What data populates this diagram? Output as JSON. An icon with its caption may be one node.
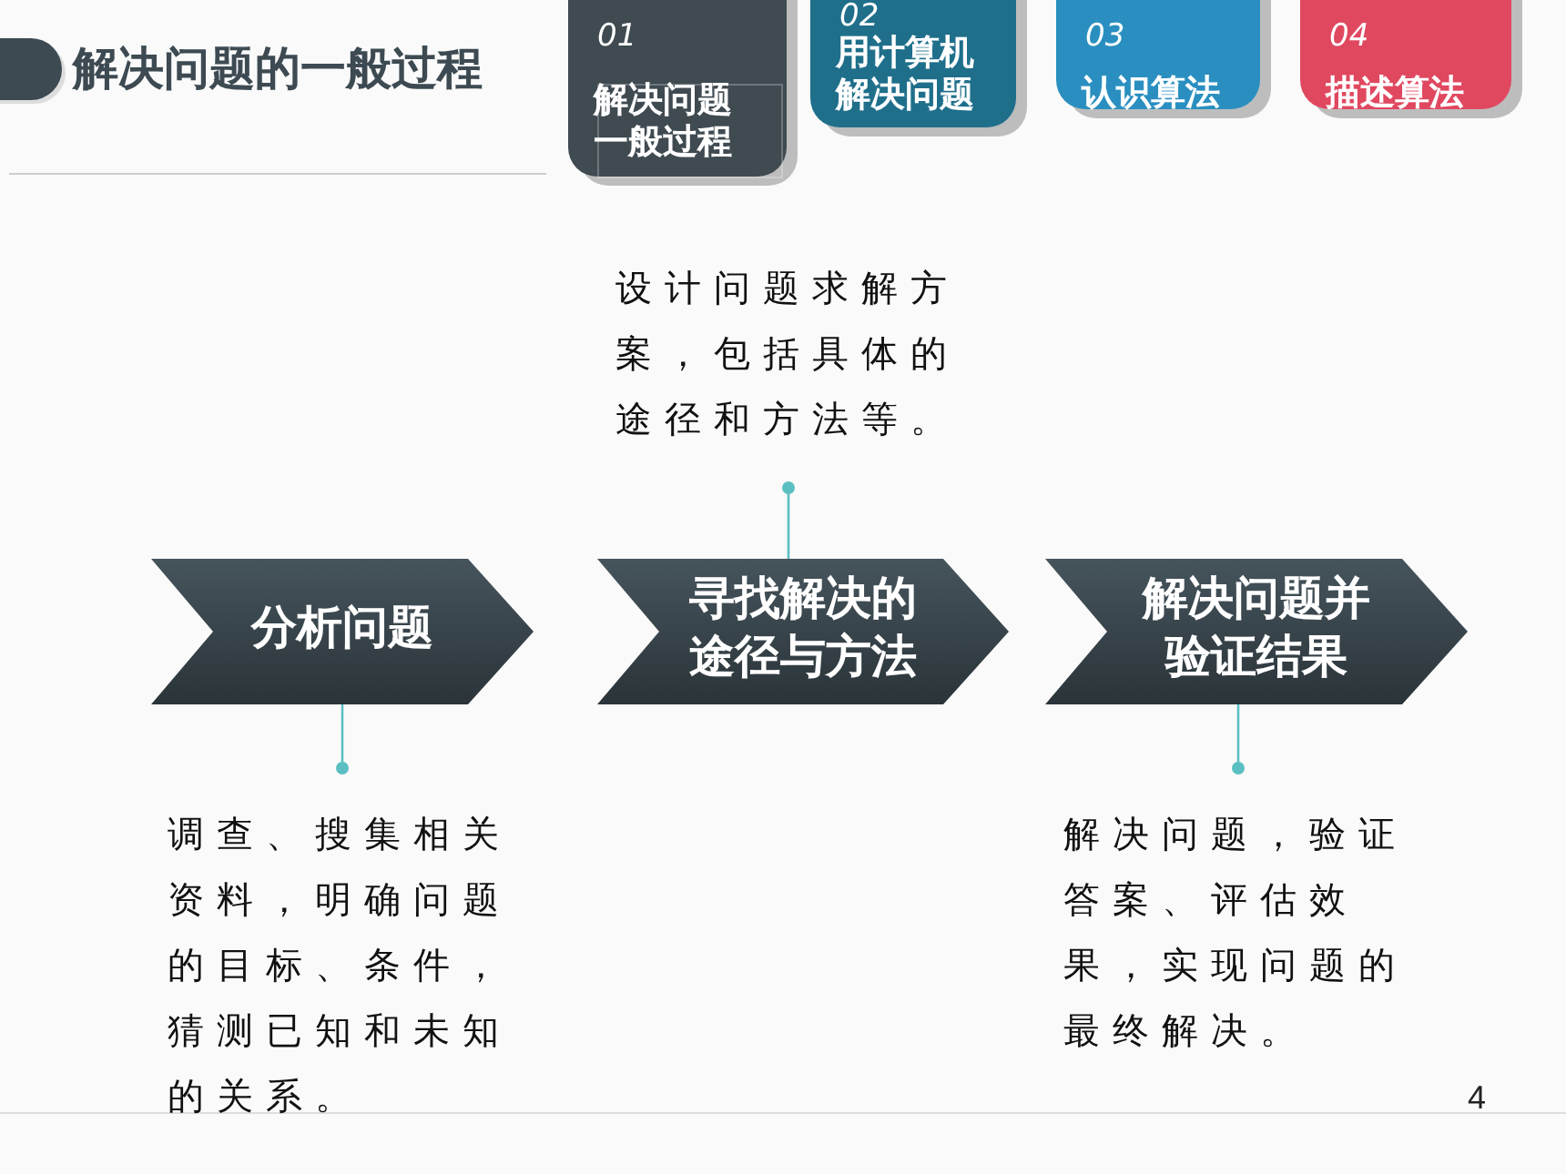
{
  "diagram": {
    "title": "解决问题的一般过程",
    "nodes": [
      {
        "text": [
          "01",
          "解决问题一般过程"
        ]
      },
      {
        "text": [
          "02",
          "用计算机解决问题"
        ]
      },
      {
        "text": [
          "03",
          "认识算法"
        ]
      },
      {
        "text": [
          "04",
          "描述算法"
        ]
      },
      {
        "text": [
          "分析问题"
        ]
      },
      {
        "text": [
          "寻找解决的途径与方法"
        ]
      },
      {
        "text": [
          "解决问题并验证结果"
        ]
      },
      {
        "text": [
          "设计问题求解方案，包括具体的途径和方法等。"
        ]
      },
      {
        "text": [
          "调查、搜集相关资料，明确问题的目标、条件，猜测已知和未知的关系。"
        ]
      },
      {
        "text": [
          "解决问题，验证答案、评估效果，实现问题的最终解决。"
        ]
      }
    ],
    "edges": [
      {
        "from": 7,
        "to": 5,
        "arrow": "other"
      },
      {
        "from": 8,
        "to": 4,
        "arrow": "other"
      },
      {
        "from": 9,
        "to": 6,
        "arrow": "other"
      }
    ],
    "labels": [
      "4"
    ]
  }
}
